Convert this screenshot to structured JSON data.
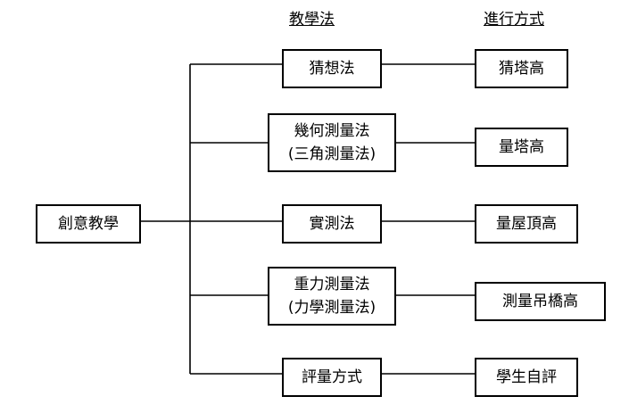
{
  "headers": {
    "method": "教學法",
    "execution": "進行方式"
  },
  "root": {
    "label": "創意教學"
  },
  "branches": [
    {
      "method": [
        "猜想法"
      ],
      "execution": "猜塔高"
    },
    {
      "method": [
        "幾何測量法",
        "(三角測量法)"
      ],
      "execution": "量塔高"
    },
    {
      "method": [
        "實測法"
      ],
      "execution": "量屋頂高"
    },
    {
      "method": [
        "重力測量法",
        "(力學測量法)"
      ],
      "execution": "測量吊橋高"
    },
    {
      "method": [
        "評量方式"
      ],
      "execution": "學生自評"
    }
  ],
  "colors": {
    "line": "#000000",
    "box_border": "#000000",
    "background": "#ffffff",
    "text": "#000000"
  }
}
